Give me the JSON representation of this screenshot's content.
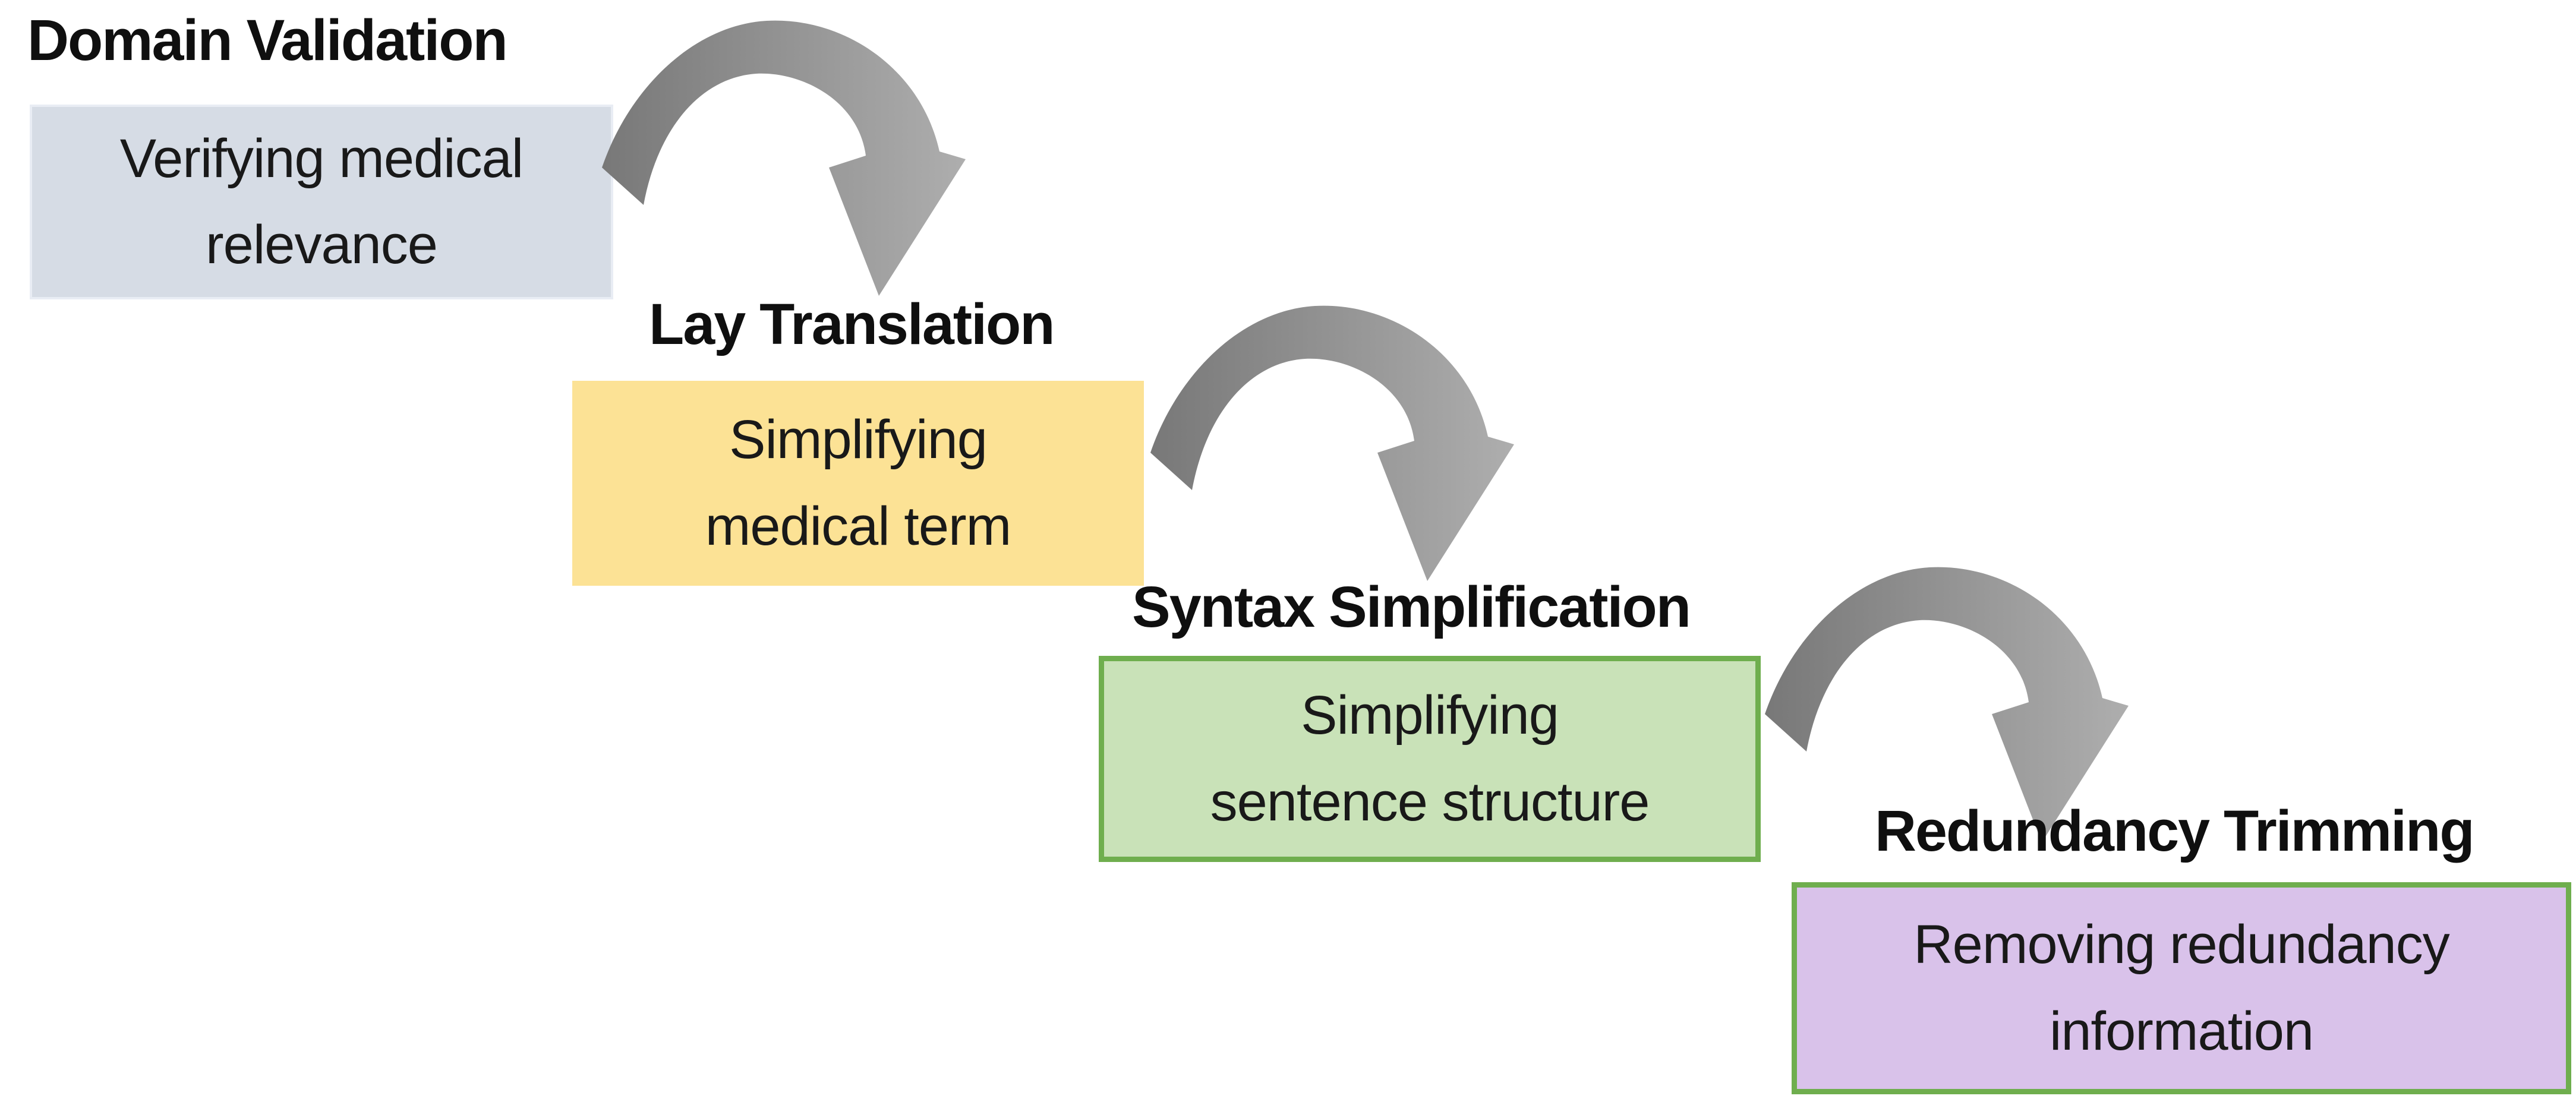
{
  "diagram": {
    "background_color": "#ffffff",
    "title_text_color": "#0f0f0f",
    "body_text_color": "#191919",
    "arrow": {
      "icon": "curved-arrow-icon",
      "gradient_start": "#787878",
      "gradient_end": "#aeaeae"
    },
    "steps": [
      {
        "title": "Domain Validation",
        "body_line1": "Verifying medical",
        "body_line2": "relevance",
        "fill": "#d6dce5",
        "border_color": "#e9edf4"
      },
      {
        "title": "Lay Translation",
        "body_line1": "Simplifying",
        "body_line2": "medical term",
        "fill": "#fce295",
        "border_color": "#fce295"
      },
      {
        "title": "Syntax Simplification",
        "body_line1": "Simplifying",
        "body_line2": "sentence structure",
        "fill": "#c9e2b8",
        "border_color": "#6fae4e"
      },
      {
        "title": "Redundancy Trimming",
        "body_line1": "Removing redundancy",
        "body_line2": "information",
        "fill": "#d9c2ea",
        "border_color": "#6fae4e"
      }
    ]
  }
}
